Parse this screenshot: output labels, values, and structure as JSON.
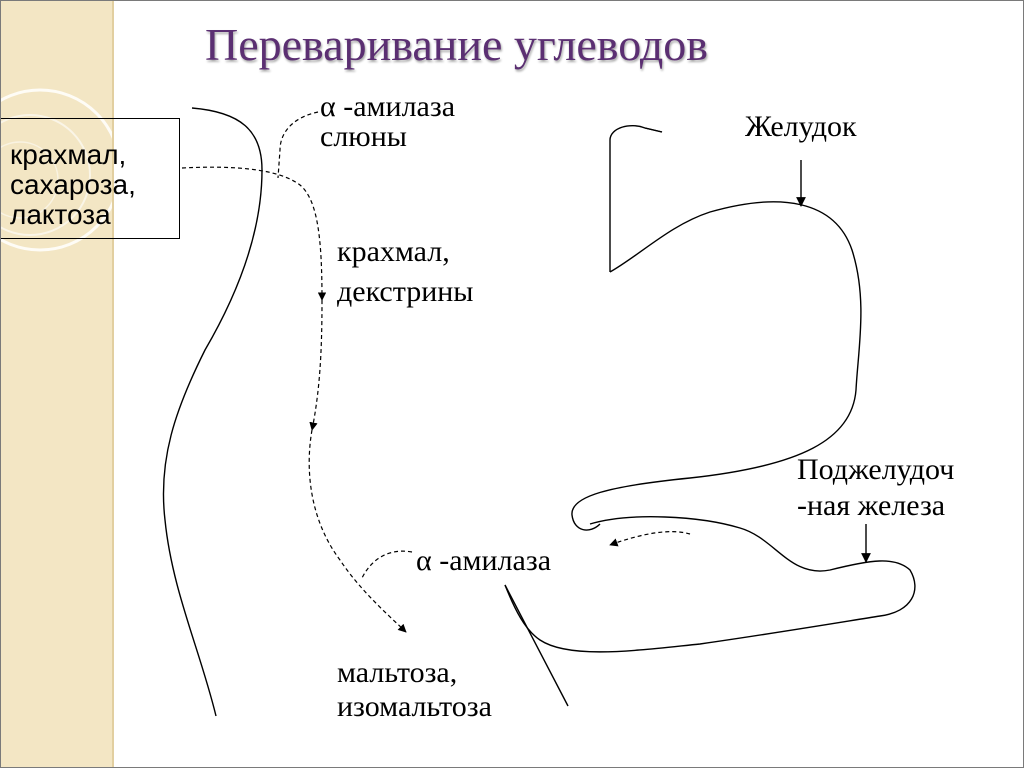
{
  "title": "Переваривание углеводов",
  "labels": {
    "substrates": [
      "крахмал,",
      "сахароза,",
      "лактоза"
    ],
    "saliva_enzyme": [
      "-амилаза",
      "слюны"
    ],
    "alpha_symbol": "α",
    "intermediate": [
      "крахмал,",
      "декстрины"
    ],
    "stomach": "Желудок",
    "pancreas": [
      "Поджелудоч",
      "-ная железа"
    ],
    "pancreatic_enzyme": "-амилаза",
    "products": [
      "мальтоза,",
      "изомальтоза"
    ]
  }
}
